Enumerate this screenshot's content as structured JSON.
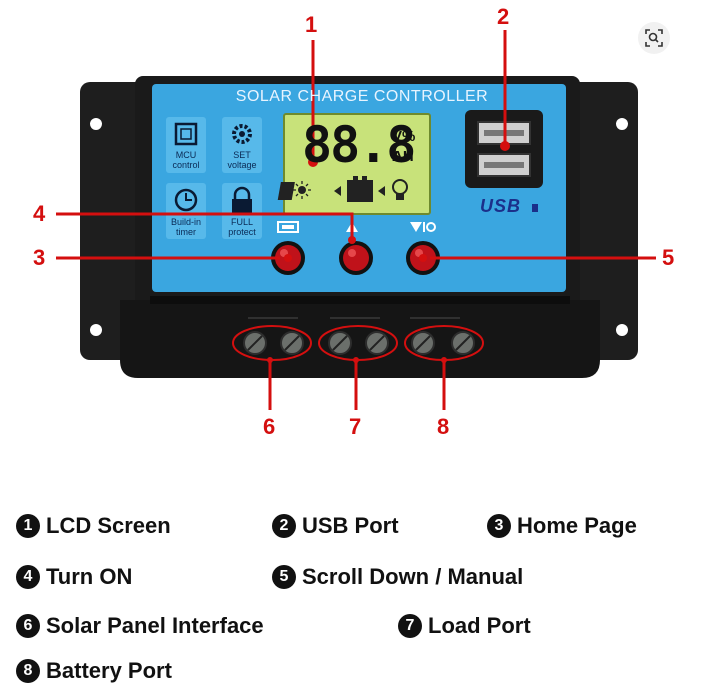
{
  "device": {
    "title": "SOLAR CHARGE CONTROLLER",
    "lcd_digits": "88.8",
    "lcd_unit_top": "V%",
    "lcd_unit_bottom": "AH",
    "tiles": [
      {
        "label": "MCU\ncontrol",
        "icon": "chip-icon"
      },
      {
        "label": "SET\nvoltage",
        "icon": "gear-icon"
      },
      {
        "label": "Build-in\ntimer",
        "icon": "clock-icon"
      },
      {
        "label": "FULL\nprotect",
        "icon": "lock-icon"
      }
    ],
    "usb_logo": "USB",
    "colors": {
      "panel_blue": "#3aa6e0",
      "body_black": "#1c1c1c",
      "lcd_green": "#c8e27a",
      "accent_red": "#d40f0f"
    }
  },
  "callouts": [
    "1",
    "2",
    "3",
    "4",
    "5",
    "6",
    "7",
    "8"
  ],
  "legend": [
    {
      "num": "1",
      "text": "LCD Screen"
    },
    {
      "num": "2",
      "text": "USB Port"
    },
    {
      "num": "3",
      "text": "Home Page"
    },
    {
      "num": "4",
      "text": "Turn ON"
    },
    {
      "num": "5",
      "text": "Scroll Down / Manual"
    },
    {
      "num": "6",
      "text": "Solar Panel Interface"
    },
    {
      "num": "7",
      "text": "Load Port"
    },
    {
      "num": "8",
      "text": "Battery Port"
    }
  ]
}
